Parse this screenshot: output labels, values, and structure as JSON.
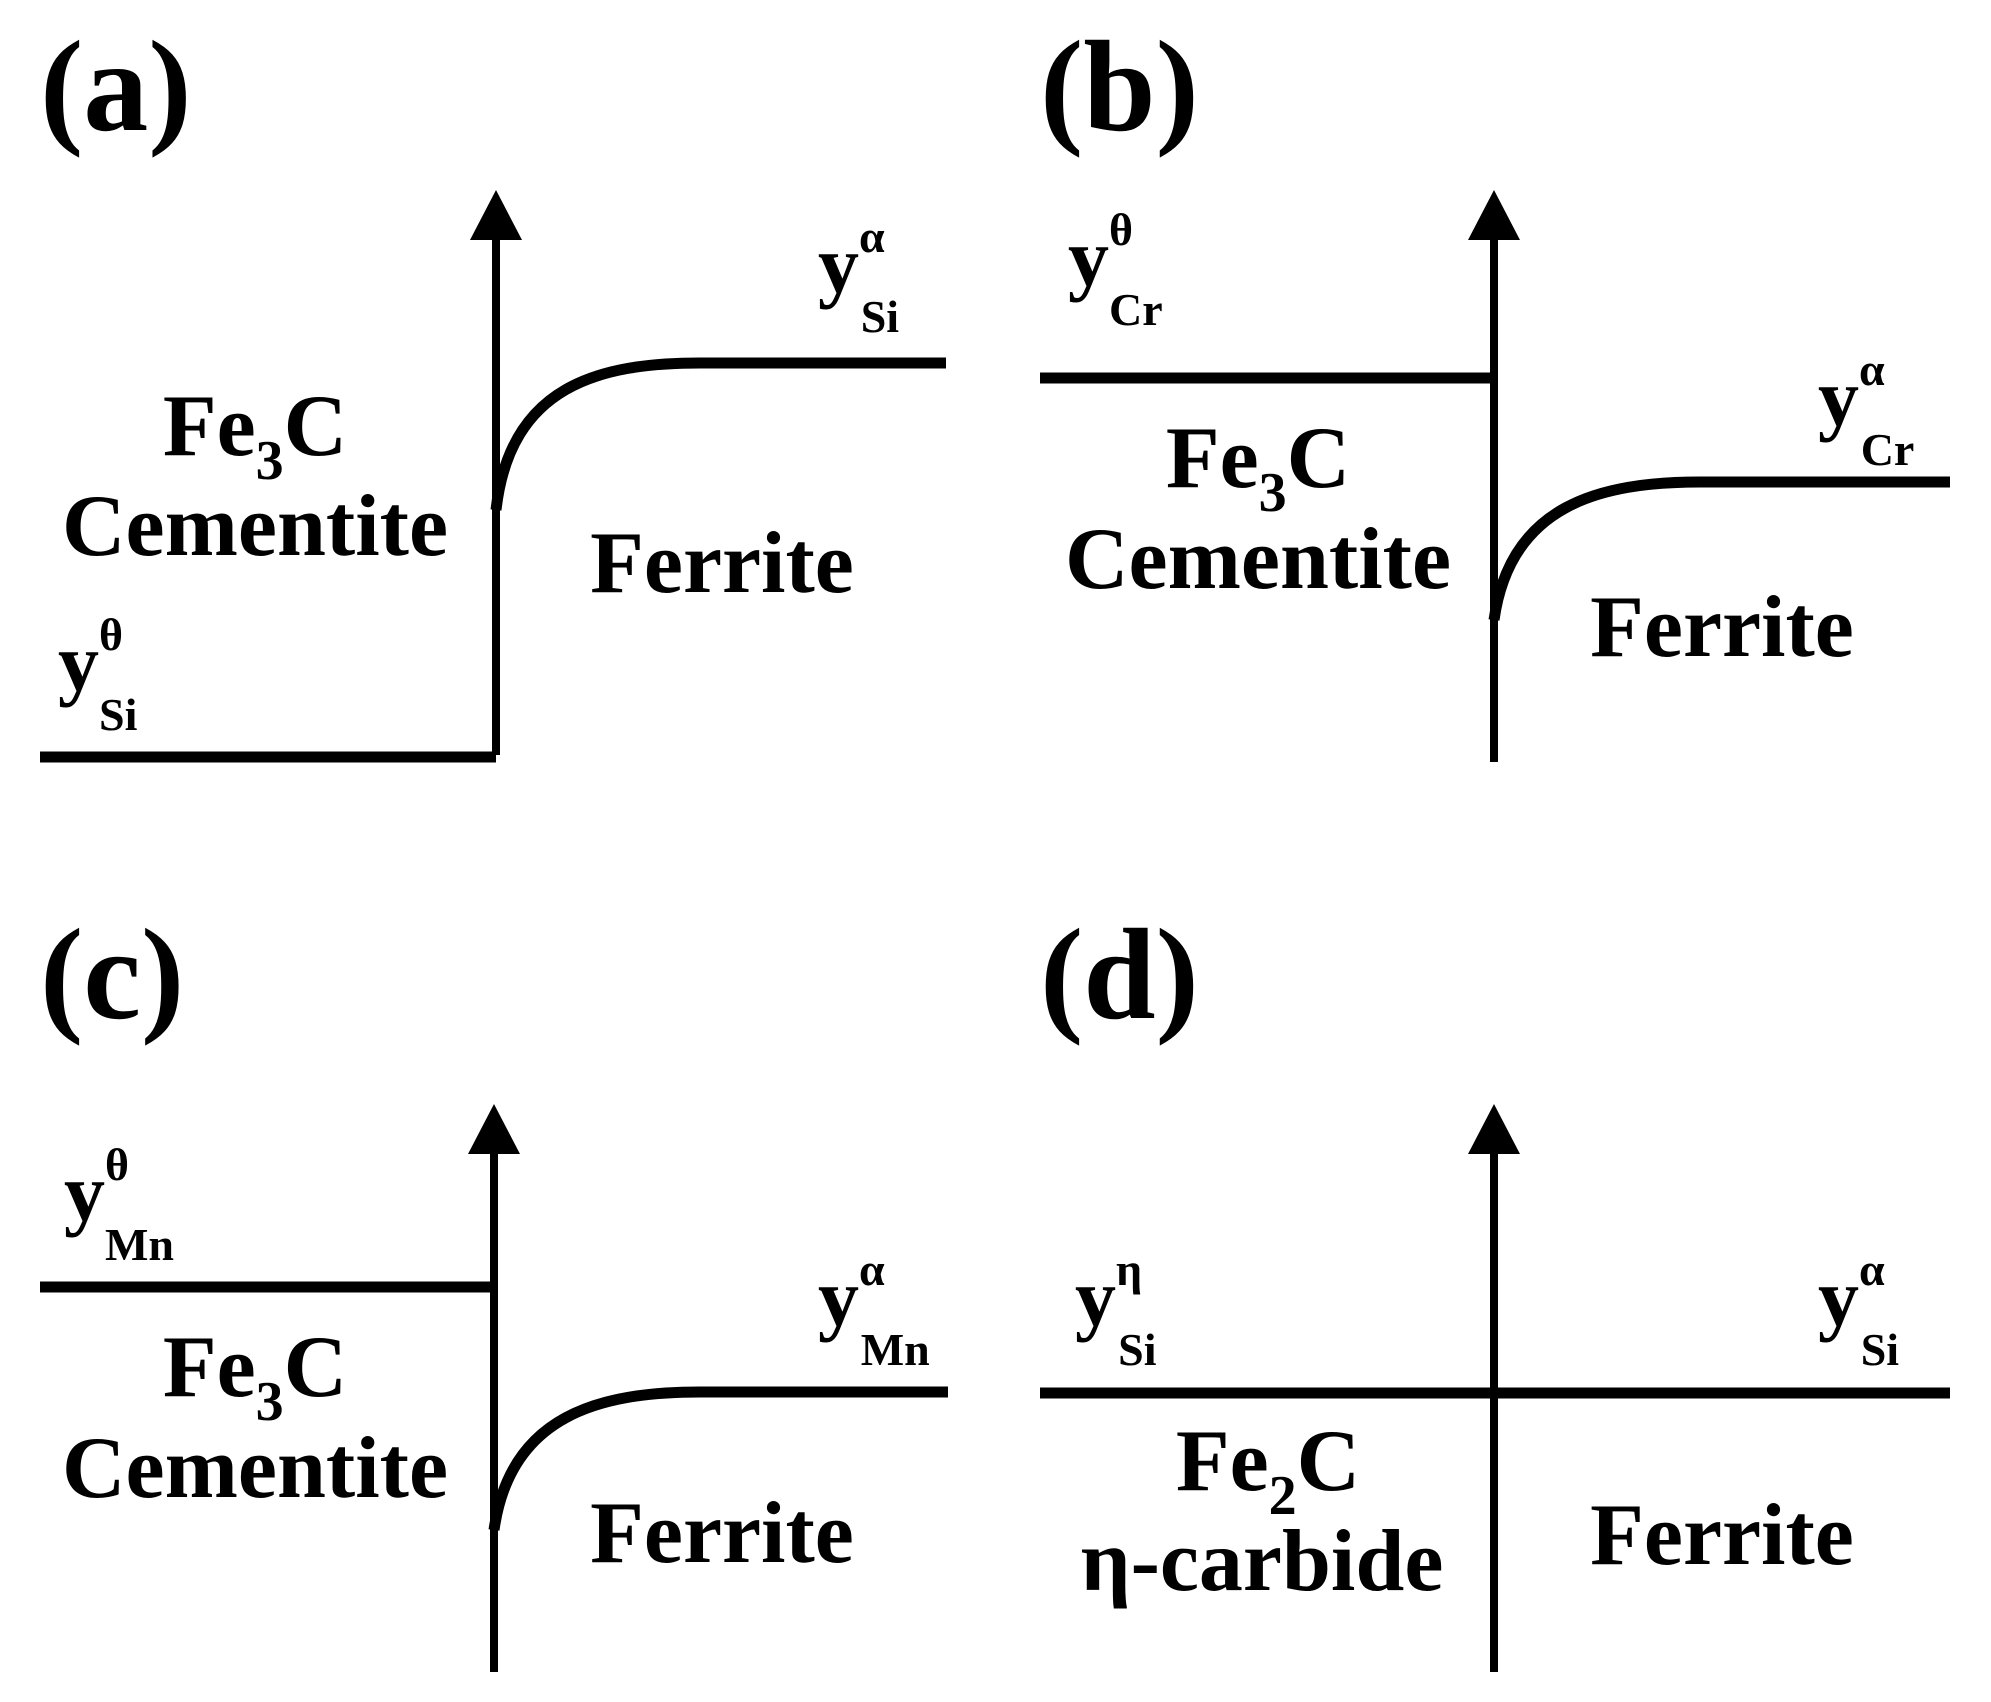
{
  "colors": {
    "ink": "#000000",
    "background": "#ffffff"
  },
  "panels": {
    "a": {
      "tag": "(a)",
      "left_phase": {
        "formula": "Fe",
        "sub": "3",
        "tail": "C",
        "name": "Cementite"
      },
      "right_phase": {
        "name": "Ferrite"
      },
      "left_label": {
        "base": "y",
        "sup": "θ",
        "sub": "Si"
      },
      "right_label": {
        "base": "y",
        "sup": "α",
        "sub": "Si"
      }
    },
    "b": {
      "tag": "(b)",
      "left_phase": {
        "formula": "Fe",
        "sub": "3",
        "tail": "C",
        "name": "Cementite"
      },
      "right_phase": {
        "name": "Ferrite"
      },
      "left_label": {
        "base": "y",
        "sup": "θ",
        "sub": "Cr"
      },
      "right_label": {
        "base": "y",
        "sup": "α",
        "sub": "Cr"
      }
    },
    "c": {
      "tag": "(c)",
      "left_phase": {
        "formula": "Fe",
        "sub": "3",
        "tail": "C",
        "name": "Cementite"
      },
      "right_phase": {
        "name": "Ferrite"
      },
      "left_label": {
        "base": "y",
        "sup": "θ",
        "sub": "Mn"
      },
      "right_label": {
        "base": "y",
        "sup": "α",
        "sub": "Mn"
      }
    },
    "d": {
      "tag": "(d)",
      "left_phase": {
        "formula": "Fe",
        "sub": "2",
        "tail": "C",
        "name": "η-carbide"
      },
      "right_phase": {
        "name": "Ferrite"
      },
      "left_label": {
        "base": "y",
        "sup": "η",
        "sub": "Si"
      },
      "right_label": {
        "base": "y",
        "sup": "α",
        "sub": "Si"
      }
    }
  }
}
